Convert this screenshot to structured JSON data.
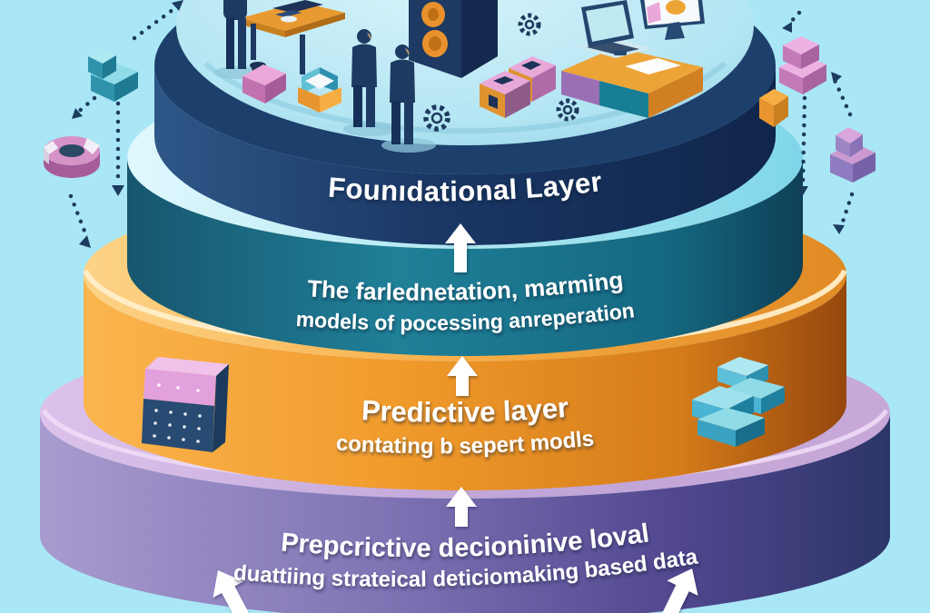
{
  "illustration": {
    "kind": "layered-pyramid-diagram",
    "layers": [
      {
        "name": "foundational",
        "title": "Founıdational Layer"
      },
      {
        "name": "processing",
        "line1": "The farlednetation, marming",
        "line2": "models of pocessing anreperation"
      },
      {
        "name": "predictive",
        "line1": "Predictive layer",
        "line2": "contating b sepert modls"
      },
      {
        "name": "prescriptive",
        "line1": "Prepcrictive decioninive loval",
        "line2": "duattiing strateical deticiomaking based data"
      }
    ],
    "colors": {
      "background": "#a9e7f6",
      "foundational_face": "#1a3765",
      "processing_face": "#1f8098",
      "predictive_face": "#f09a2b",
      "prescriptive_face": "#7d71b3",
      "text": "#ffffff",
      "dotted_arrow": "#1c3c60",
      "white_arrow": "#ffffff"
    },
    "icons": {
      "platform": [
        "person-figure",
        "person-figure",
        "person-figure",
        "work-table",
        "laptop",
        "desktop-monitor",
        "server-tower",
        "pink-data-box",
        "envelope-box",
        "puzzle-boxes",
        "gear-icon",
        "gear-icon",
        "gear-icon",
        "orange-box"
      ],
      "sides": [
        "teal-cubes-icon",
        "donut-chart-icon",
        "pink-cubes-icon",
        "purple-cubes-icon",
        "keypad-panel-icon",
        "data-blocks-icon"
      ]
    }
  }
}
